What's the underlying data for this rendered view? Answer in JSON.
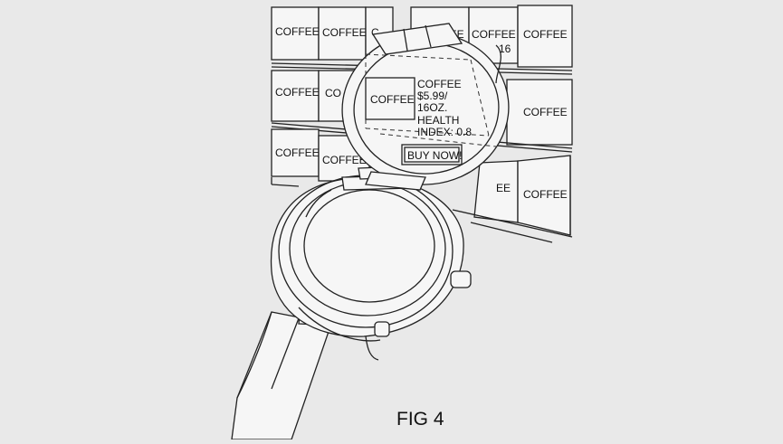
{
  "figure_label": "FIG 4",
  "reference_numeral": "16",
  "shelf": {
    "product_label": "COFFEE",
    "partial_labels": [
      "C",
      "FFEE",
      "CO",
      "EE"
    ]
  },
  "display": {
    "product_name": "COFFEE",
    "info_lines": [
      "COFFEE",
      "$5.99/",
      "16OZ.",
      "HEALTH",
      "INDEX: 0.8"
    ],
    "buy_button_label": "BUY NOW!"
  },
  "colors": {
    "background": "#e9e9e9",
    "line": "#222222",
    "panel": "#f6f6f6"
  }
}
